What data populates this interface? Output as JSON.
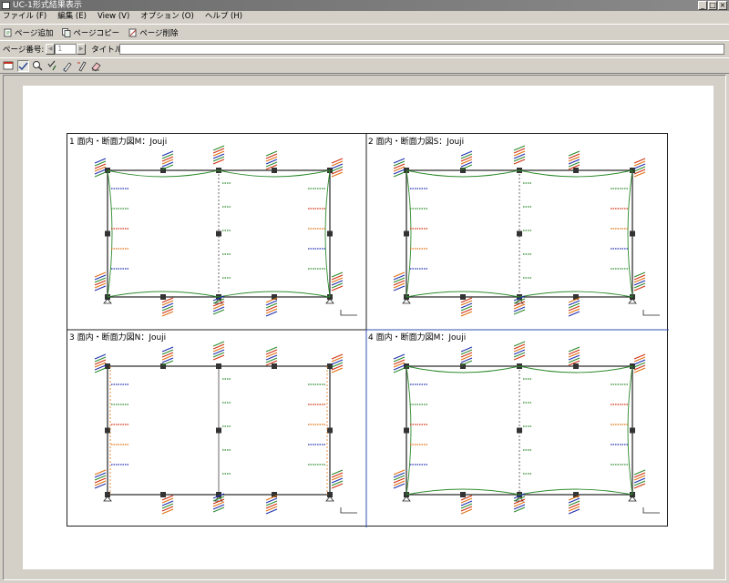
{
  "window": {
    "title": "UC-1形式結果表示",
    "buttons": [
      "_",
      "□",
      "×"
    ]
  },
  "menu": {
    "items": [
      "ファイル (F)",
      "編集 (E)",
      "View (V)",
      "オプション (O)",
      "ヘルプ (H)"
    ]
  },
  "toolbar": {
    "add_page": "ページ追加",
    "copy_page": "ページコピー",
    "delete_page": "ページ削除"
  },
  "pagebar": {
    "page_label": "ページ番号:",
    "page_value": "1",
    "title_label": "タイトル:",
    "title_value": ""
  },
  "tools": [
    "window-icon",
    "check-icon",
    "zoom-icon",
    "pen-check-icon",
    "pen-icon",
    "pen-alt-icon",
    "eraser-icon"
  ],
  "panels": [
    {
      "title": "1 面内・断面力図M：Jouji",
      "color": "#b0b0b0"
    },
    {
      "title": "2 面内・断面力図S：Jouji",
      "color": "#b0b0b0"
    },
    {
      "title": "3 面内・断面力図N：Jouji",
      "color": "#b0b0b0"
    },
    {
      "title": "4 面内・断面力図M：Jouji",
      "color": "#b0b0b0"
    }
  ],
  "colors": {
    "accent_green": "#2e8b2e",
    "accent_red": "#d03010",
    "accent_blue": "#2030b0",
    "accent_orange": "#e07010"
  }
}
